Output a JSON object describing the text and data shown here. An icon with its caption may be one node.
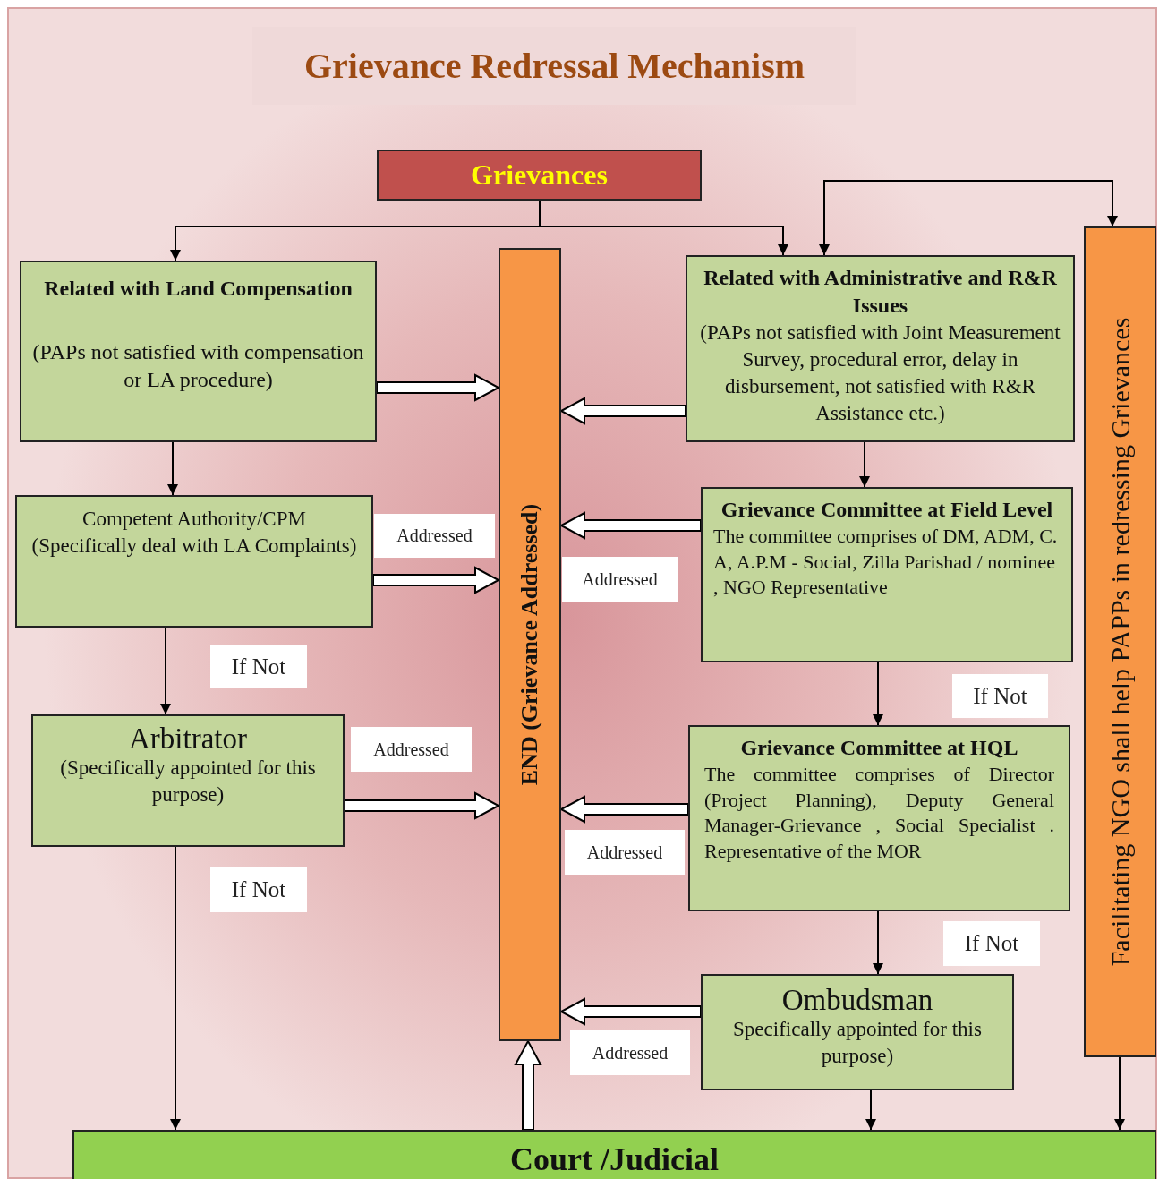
{
  "diagram": {
    "title": "Grievance Redressal Mechanism",
    "nodes": [
      {
        "text": [
          "Grievances"
        ]
      },
      {
        "text": [
          "Related with Land Compensation",
          "(PAPs not satisfied with compensation or LA procedure)"
        ]
      },
      {
        "text": [
          "END (Grievance Addressed)"
        ]
      },
      {
        "text": [
          "Related with Administrative and R&R Issues",
          "(PAPs not satisfied with Joint Measurement Survey, procedural error, delay in disbursement, not satisfied with R&R Assistance etc.)"
        ]
      },
      {
        "text": [
          "Facilitating NGO shall help PAPPs in redressing Grievances"
        ]
      },
      {
        "text": [
          "Competent Authority/CPM",
          "(Specifically deal with LA Complaints)"
        ]
      },
      {
        "text": [
          "Grievance Committee at Field Level",
          "The committee comprises of DM, ADM, C. A, A.P.M - Social, Zilla Parishad / nominee , NGO Representative"
        ]
      },
      {
        "text": [
          "Arbitrator",
          "(Specifically appointed for this purpose)"
        ]
      },
      {
        "text": [
          "Grievance Committee at HQL",
          "The committee comprises of Director (Project Planning), Deputy General Manager-Grievance , Social Specialist . Representative of the MOR"
        ]
      },
      {
        "text": [
          "Ombudsman",
          "Specifically appointed for this purpose)"
        ]
      },
      {
        "text": [
          "Court /Judicial"
        ]
      }
    ],
    "edges": [
      {
        "from": 0,
        "to": 1,
        "arrow": "to"
      },
      {
        "from": 0,
        "to": 3,
        "arrow": "to"
      },
      {
        "from": 3,
        "to": 4,
        "arrow": "both"
      },
      {
        "from": 1,
        "to": 2,
        "arrow": "to",
        "style": "thick"
      },
      {
        "from": 3,
        "to": 2,
        "arrow": "to",
        "style": "thick"
      },
      {
        "from": 1,
        "to": 5,
        "arrow": "to"
      },
      {
        "from": 3,
        "to": 6,
        "arrow": "to"
      },
      {
        "from": 6,
        "to": 2,
        "arrow": "to",
        "style": "thick",
        "label": "Addressed"
      },
      {
        "from": 5,
        "to": 2,
        "arrow": "to",
        "style": "thick",
        "label": "Addressed"
      },
      {
        "from": 5,
        "to": 7,
        "arrow": "to",
        "label": "If Not"
      },
      {
        "from": 6,
        "to": 8,
        "arrow": "to",
        "label": "If Not"
      },
      {
        "from": 7,
        "to": 2,
        "arrow": "to",
        "style": "thick",
        "label": "Addressed"
      },
      {
        "from": 8,
        "to": 2,
        "arrow": "to",
        "style": "thick",
        "label": "Addressed"
      },
      {
        "from": 8,
        "to": 9,
        "arrow": "to",
        "label": "If Not"
      },
      {
        "from": 9,
        "to": 2,
        "arrow": "to",
        "style": "thick",
        "label": "Addressed"
      },
      {
        "from": 7,
        "to": 10,
        "arrow": "to",
        "label": "If Not"
      },
      {
        "from": 9,
        "to": 10,
        "arrow": "to"
      },
      {
        "from": 4,
        "to": 10,
        "arrow": "to"
      },
      {
        "from": 10,
        "to": 2,
        "arrow": "to",
        "style": "thick"
      }
    ]
  }
}
